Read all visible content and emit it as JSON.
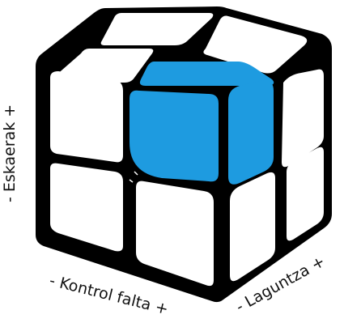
{
  "axes": {
    "vertical": "- Eskaerak +",
    "front": "- Kontrol falta +",
    "right": "- Laguntza +"
  },
  "colors": {
    "frame": "#000000",
    "tile": "#ffffff",
    "highlight": "#1e9be0"
  },
  "cube": {
    "size": "2x2x2",
    "highlighted_cell": "top-front-right cubie (Eskaerak +, Kontrol falta +, Laguntza -)"
  }
}
